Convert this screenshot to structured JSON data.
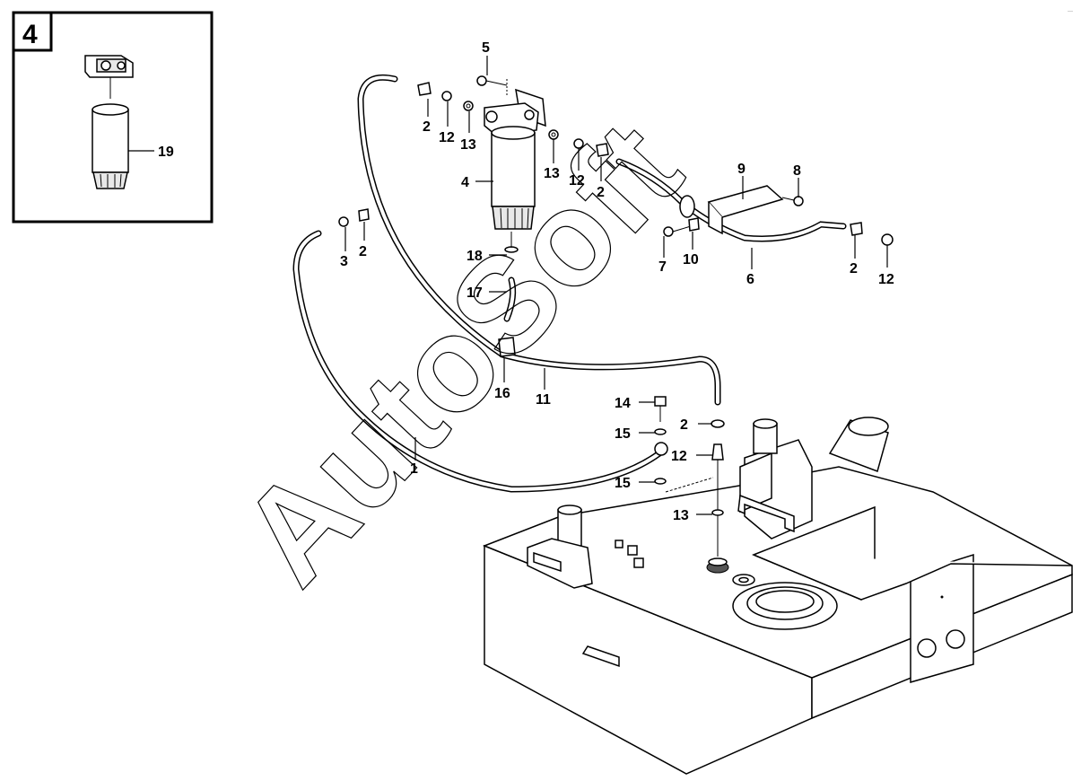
{
  "inset": {
    "number": "4",
    "label": "19"
  },
  "watermark": "AutoSoft",
  "corner_mark": "···",
  "callouts": [
    {
      "id": "c5",
      "text": "5"
    },
    {
      "id": "c2a",
      "text": "2"
    },
    {
      "id": "c12a",
      "text": "12"
    },
    {
      "id": "c13a",
      "text": "13"
    },
    {
      "id": "c4",
      "text": "4"
    },
    {
      "id": "c13b",
      "text": "13"
    },
    {
      "id": "c12b",
      "text": "12"
    },
    {
      "id": "c2b",
      "text": "2"
    },
    {
      "id": "c9",
      "text": "9"
    },
    {
      "id": "c8",
      "text": "8"
    },
    {
      "id": "c3",
      "text": "3"
    },
    {
      "id": "c2c",
      "text": "2"
    },
    {
      "id": "c18",
      "text": "18"
    },
    {
      "id": "c17",
      "text": "17"
    },
    {
      "id": "c7",
      "text": "7"
    },
    {
      "id": "c10",
      "text": "10"
    },
    {
      "id": "c6",
      "text": "6"
    },
    {
      "id": "c2d",
      "text": "2"
    },
    {
      "id": "c12c",
      "text": "12"
    },
    {
      "id": "c16",
      "text": "16"
    },
    {
      "id": "c11",
      "text": "11"
    },
    {
      "id": "c14",
      "text": "14"
    },
    {
      "id": "c2e",
      "text": "2"
    },
    {
      "id": "c15a",
      "text": "15"
    },
    {
      "id": "c12d",
      "text": "12"
    },
    {
      "id": "c1",
      "text": "1"
    },
    {
      "id": "c15b",
      "text": "15"
    },
    {
      "id": "c13c",
      "text": "13"
    }
  ]
}
